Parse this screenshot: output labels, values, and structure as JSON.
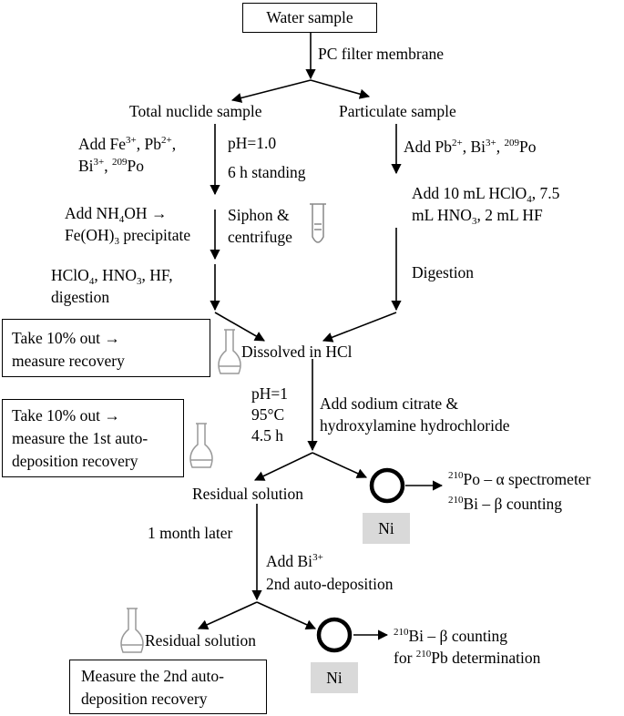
{
  "start": {
    "label": "Water sample"
  },
  "filter": {
    "label": "PC filter membrane"
  },
  "total_branch": {
    "title": "Total nuclide sample",
    "add1": [
      "Add Fe",
      "3+",
      ", Pb",
      "2+",
      ",",
      "Bi",
      "3+",
      ", ",
      "209",
      "Po"
    ],
    "ph": "pH=1.0",
    "standing": "6 h standing",
    "add2": [
      "Add NH",
      "4",
      "OH →",
      "Fe(OH)",
      "3",
      " precipitate"
    ],
    "siphon": [
      "Siphon &",
      "centrifuge"
    ],
    "digest": [
      "HClO",
      "4",
      ", HNO",
      "3",
      ", HF,",
      "digestion"
    ]
  },
  "particulate_branch": {
    "title": "Particulate sample",
    "add1": [
      "Add Pb",
      "2+",
      ", Bi",
      "3+",
      ", ",
      "209",
      "Po"
    ],
    "add2": [
      "Add 10 mL HClO",
      "4",
      ", 7.5",
      "mL HNO",
      "3",
      ", 2 mL HF"
    ],
    "digest": "Digestion"
  },
  "recovery_box1": [
    "Take 10% out →",
    "measure recovery"
  ],
  "dissolved": "Dissolved in HCl",
  "conditions": [
    "pH=1",
    "95°C",
    "4.5 h"
  ],
  "reagents": [
    "Add sodium citrate &",
    "hydroxylamine hydrochloride"
  ],
  "recovery_box2": [
    "Take 10% out →",
    "measure the 1st auto-",
    "deposition recovery"
  ],
  "residual1": "Residual solution",
  "ni1": "Ni",
  "result1": [
    "210",
    "Po – α spectrometer",
    "210",
    "Bi – β counting"
  ],
  "month_later": "1 month later",
  "add_bi": [
    "Add Bi",
    "3+",
    "2nd auto-deposition"
  ],
  "residual2": "Residual solution",
  "ni2": "Ni",
  "result2": [
    "210",
    "Bi – β counting",
    "for ",
    "210",
    "Pb determination"
  ],
  "recovery_box3": [
    "Measure the 2nd auto-",
    "deposition recovery"
  ]
}
